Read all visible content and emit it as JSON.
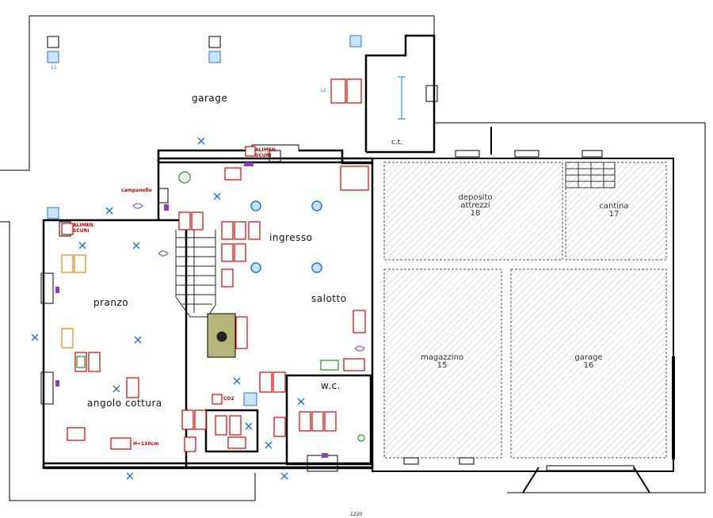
{
  "rooms": {
    "garage_top": "garage",
    "ct": "c.t.",
    "ingresso": "ingresso",
    "salotto": "salotto",
    "pranzo": "pranzo",
    "angolo": "angolo",
    "cottura": "cottura",
    "wc": "w.c.",
    "deposito": {
      "line1": "deposito",
      "line2": "attrezzi",
      "num": "18"
    },
    "cantina": {
      "line1": "cantina",
      "num": "17"
    },
    "magazzino": {
      "line1": "magazzino",
      "num": "15"
    },
    "garage_right": {
      "line1": "garage",
      "num": "16"
    }
  },
  "annotations": {
    "alimen_1": "ALIMEN.",
    "scuri_1": "SCURI",
    "alimen_2": "ALIMEN.",
    "scuri_2": "SCURI",
    "campanello": "campanello",
    "h110": "H=110cm",
    "num_11": "11",
    "num_12": "12",
    "co2": "CO2",
    "bottom_num": "1220"
  },
  "colors": {
    "wall": "#000000",
    "electric": "#e00000",
    "light": "#1a78d6",
    "green": "#1a9a1a",
    "orange": "#e08a00",
    "purple": "#8a3fc0",
    "hatch": "#999999",
    "stair_fill": "#b5b77a"
  }
}
